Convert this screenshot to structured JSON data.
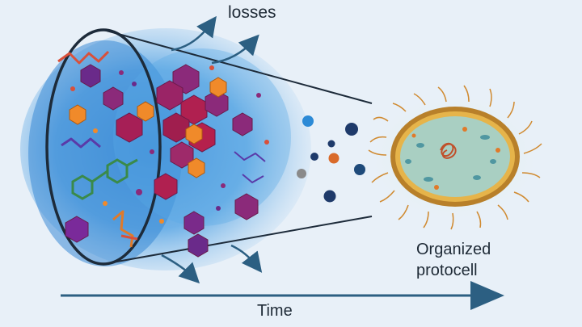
{
  "labels": {
    "losses": "losses",
    "protocell_line1": "Organized",
    "protocell_line2": "protocell",
    "time": "Time"
  },
  "colors": {
    "background": "#e8f0f8",
    "cone_outline": "#1d2b3a",
    "arrow": "#2c5f82",
    "molecule_purple": "#8b2a7a",
    "molecule_crimson": "#b02050",
    "molecule_orange": "#f08a2a",
    "molecule_green": "#3a8a4a",
    "cell_membrane": "#c8902c",
    "cell_interior": "#a9cfc2"
  },
  "icons": [
    "loss-arrow-icon",
    "hexagon-molecule-icon",
    "chain-molecule-icon",
    "protocell-icon",
    "time-arrow-icon"
  ]
}
